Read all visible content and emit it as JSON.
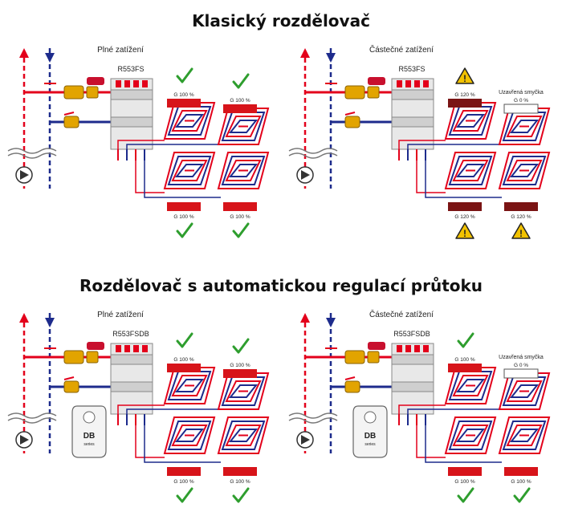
{
  "titles": {
    "classic": "Klasický rozdělovač",
    "auto": "Rozdělovač s automatickou regulací průtoku"
  },
  "panels": [
    {
      "id": "classic-full",
      "label": "Plné zatížení",
      "model": "R553FS",
      "loops": [
        "G 100 %",
        "G 100 %",
        "G 100 %",
        "G 100 %"
      ],
      "status": [
        "check",
        "check",
        "check",
        "check"
      ],
      "closed": false,
      "db_tag": false
    },
    {
      "id": "classic-partial",
      "label": "Částečné zatížení",
      "model": "R553FS",
      "loops": [
        "G 120 %",
        "G 0 %",
        "G 120 %",
        "G 120 %"
      ],
      "closed_label": "Uzavřená smyčka",
      "status": [
        "warning",
        "none",
        "warning",
        "warning"
      ],
      "closed": true,
      "db_tag": false
    },
    {
      "id": "auto-full",
      "label": "Plné zatížení",
      "model": "R553FSDB",
      "loops": [
        "G 100 %",
        "G 100 %",
        "G 100 %",
        "G 100 %"
      ],
      "status": [
        "check",
        "check",
        "check",
        "check"
      ],
      "closed": false,
      "db_tag": true
    },
    {
      "id": "auto-partial",
      "label": "Částečné zatížení",
      "model": "R553FSDB",
      "loops": [
        "G 100 %",
        "G 0 %",
        "G 100 %",
        "G 100 %"
      ],
      "closed_label": "Uzavřená smyčka",
      "status": [
        "check",
        "none",
        "check",
        "check"
      ],
      "closed": true,
      "db_tag": true
    }
  ],
  "db_tag_text": {
    "main": "DB",
    "sub": "series"
  },
  "colors": {
    "supply": "#e3001b",
    "return": "#1d2b8c",
    "bar_normal": "#d7141a",
    "bar_over": "#7a1414",
    "check": "#2e9e2e",
    "warning": "#f2c200",
    "valve": "#e2a400"
  }
}
